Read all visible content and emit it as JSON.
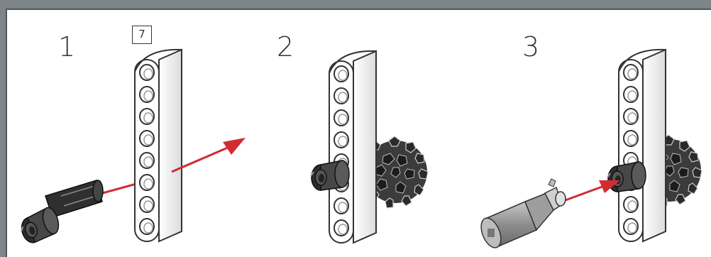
{
  "steps": [
    {
      "number": "1",
      "quantity": "7"
    },
    {
      "number": "2"
    },
    {
      "number": "3"
    }
  ],
  "colors": {
    "arrow": "#d42b33",
    "beam": "#ffffff",
    "beam_outline": "#333333",
    "part_dark": "#3a3a3a",
    "part_gray": "#9a9a9a",
    "frame": "#7d8588"
  }
}
